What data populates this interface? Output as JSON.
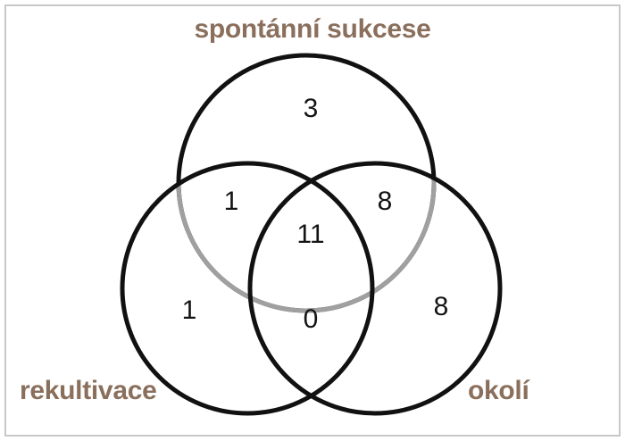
{
  "figure": {
    "type": "venn-diagram",
    "sets_count": 3,
    "border_color": "#c8c8c8",
    "background_color": "#ffffff"
  },
  "labels": {
    "top": "spontánní sukcese",
    "bottom_left": "rekultivace",
    "bottom_right": "okolí",
    "color": "#8a6f5c"
  },
  "chart_data": {
    "type": "venn",
    "title": "",
    "sets": [
      {
        "key": "spontanni_sukcese",
        "label": "spontánní sukcese",
        "position": "top",
        "stroke": "#999999"
      },
      {
        "key": "rekultivace",
        "label": "rekultivace",
        "position": "bottom-left",
        "stroke": "#111111"
      },
      {
        "key": "okoli",
        "label": "okolí",
        "position": "bottom-right",
        "stroke": "#111111"
      }
    ],
    "regions": [
      {
        "id": "spontanni-only",
        "sets": [
          "spontanni_sukcese"
        ],
        "value": 3
      },
      {
        "id": "rekultivace-only",
        "sets": [
          "rekultivace"
        ],
        "value": 1
      },
      {
        "id": "okoli-only",
        "sets": [
          "okoli"
        ],
        "value": 8
      },
      {
        "id": "spontanni-rekultivace",
        "sets": [
          "spontanni_sukcese",
          "rekultivace"
        ],
        "value": 1
      },
      {
        "id": "spontanni-okoli",
        "sets": [
          "spontanni_sukcese",
          "okoli"
        ],
        "value": 8
      },
      {
        "id": "rekultivace-okoli",
        "sets": [
          "rekultivace",
          "okoli"
        ],
        "value": 0
      },
      {
        "id": "all-three",
        "sets": [
          "spontanni_sukcese",
          "rekultivace",
          "okoli"
        ],
        "value": 11
      }
    ],
    "counts": {
      "spontanni_only": "3",
      "spontanni_rekultivace": "1",
      "spontanni_okoli": "8",
      "all_three": "11",
      "rekultivace_only": "1",
      "rekultivace_okoli": "0",
      "okoli_only": "8"
    },
    "number_color": "#141414"
  }
}
